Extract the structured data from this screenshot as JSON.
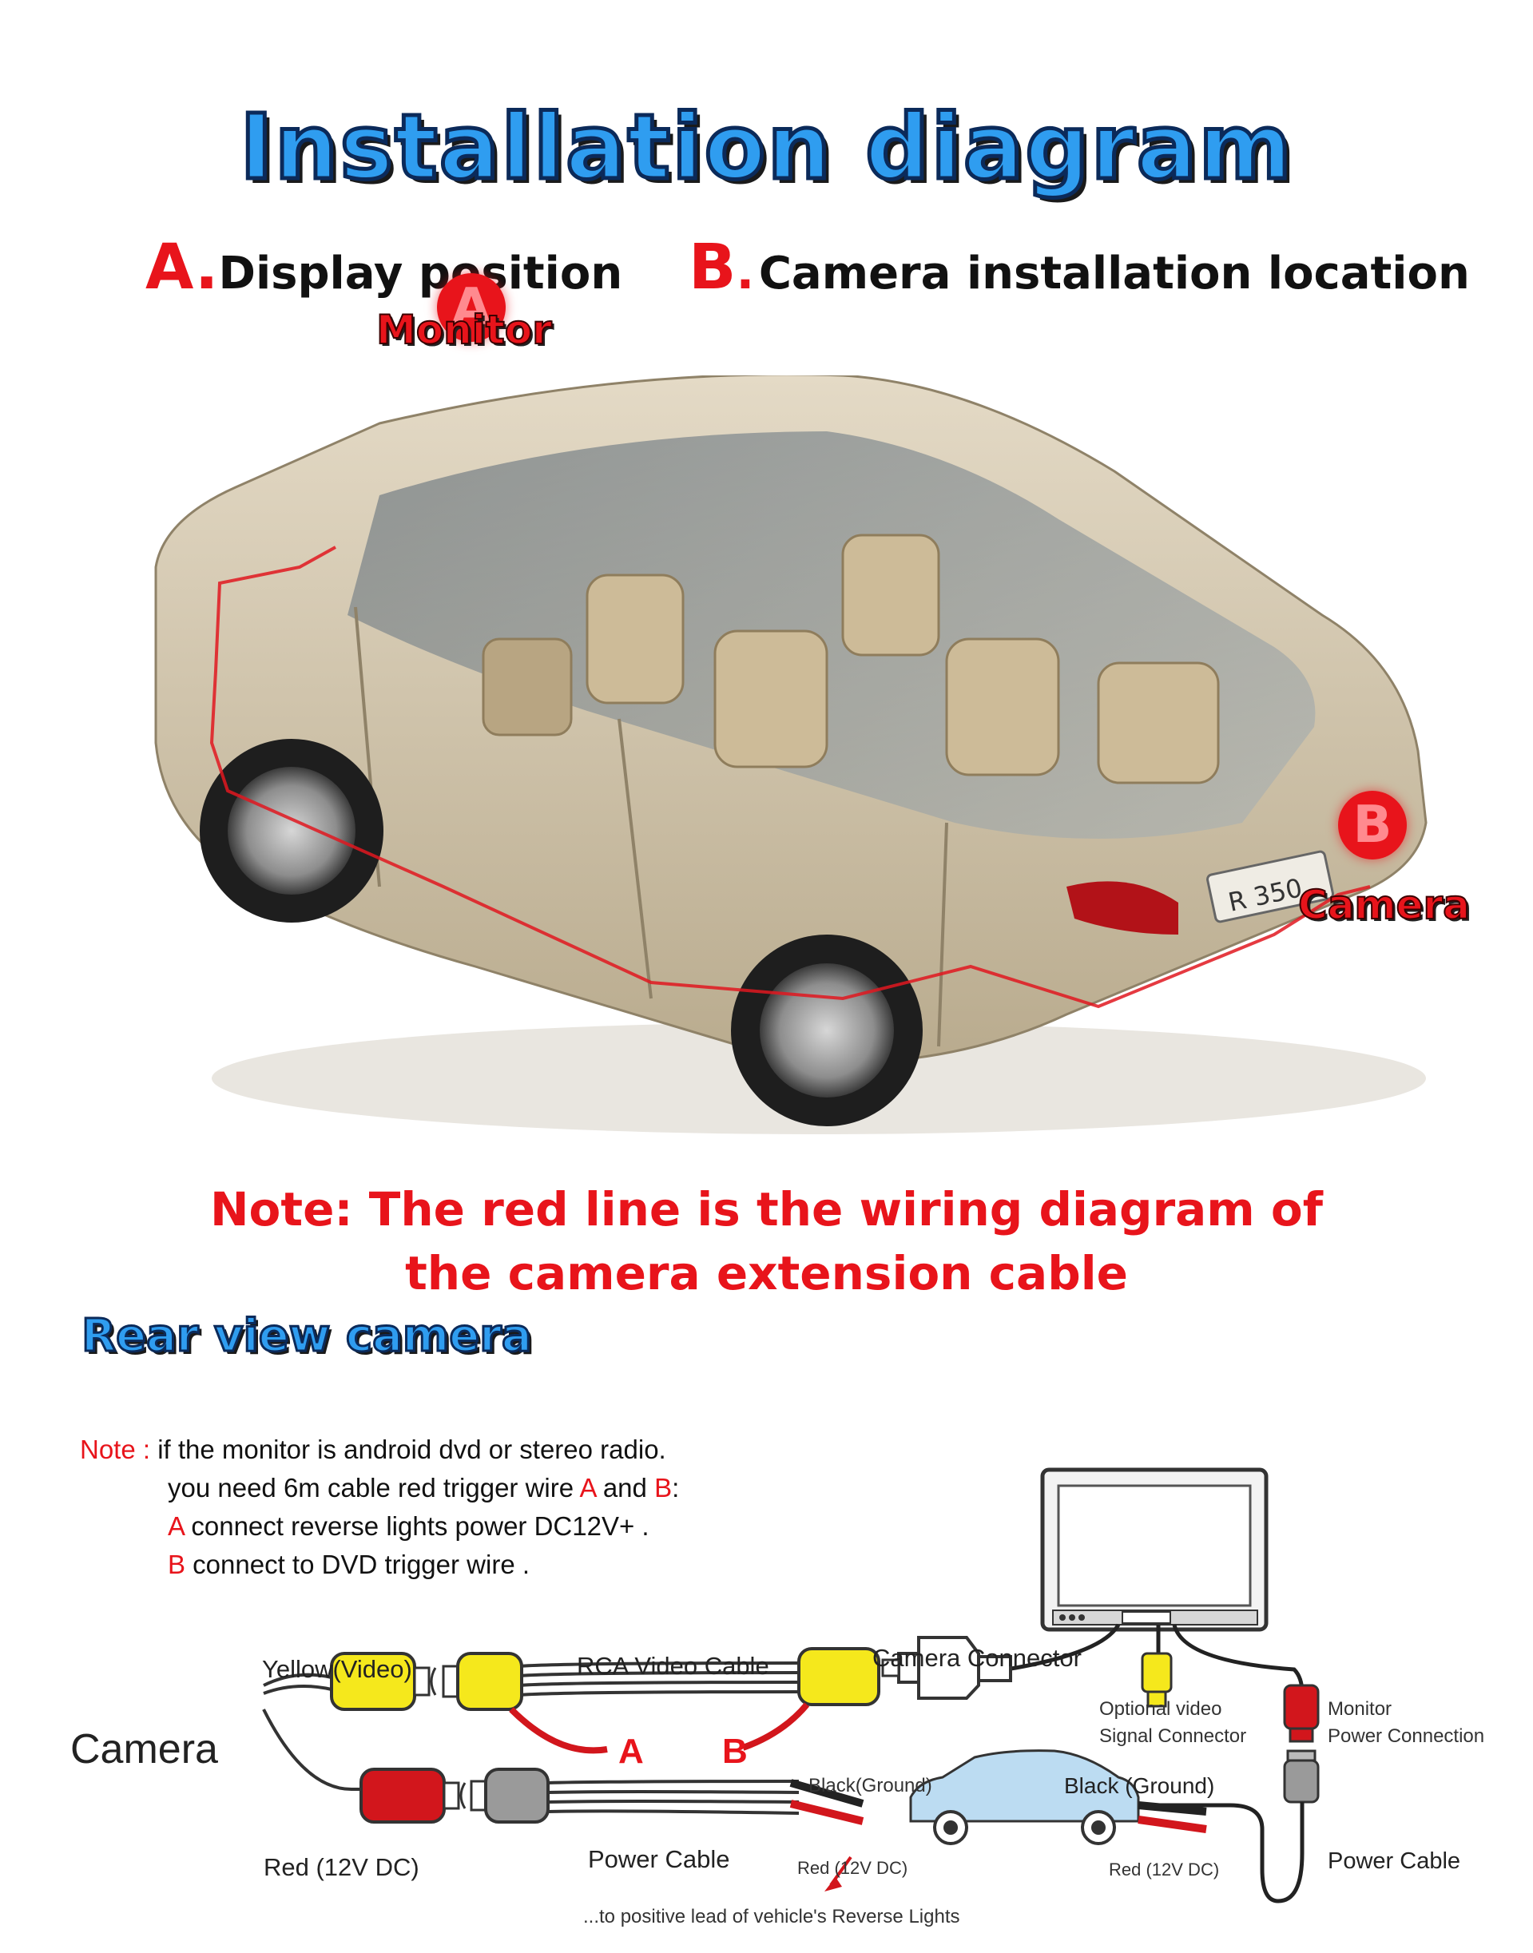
{
  "title": "Installation diagram",
  "label_a": {
    "letter": "A.",
    "text": "Display position"
  },
  "label_b": {
    "letter": "B",
    "dot": ".",
    "text": "Camera installation location"
  },
  "car_callouts": {
    "a_badge": "A",
    "monitor": "Monitor",
    "b_badge": "B",
    "camera": "Camera",
    "plate": "R 350"
  },
  "note": {
    "line1": "Note: The red line is the wiring diagram of",
    "line2": "the camera extension cable"
  },
  "rear_view_heading": "Rear view camera",
  "instructions": {
    "prefix": "Note :",
    "line1": "if the monitor is android dvd or stereo radio.",
    "line2_start": "you need 6m cable red trigger wire ",
    "line2_a": "A",
    "line2_mid": " and ",
    "line2_b": "B",
    "line2_end": ":",
    "line3_letter": "A",
    "line3": " connect reverse lights power DC12V+ .",
    "line4_letter": "B",
    "line4": " connect to DVD trigger wire ."
  },
  "wiring": {
    "camera": "Camera",
    "yellow_video": "Yellow(Video)",
    "rca_video_cable": "RCA Video Cable",
    "camera_connector": "Camera Connector",
    "optional_video_1": "Optional video",
    "optional_video_2": "Signal Connector",
    "monitor_power_1": "Monitor",
    "monitor_power_2": "Power Connection",
    "wire_a": "A",
    "wire_b": "B",
    "black_ground_small": "Black(Ground)",
    "black_ground": "Black (Ground)",
    "red_12v": "Red (12V DC)",
    "power_cable": "Power Cable",
    "red_12v_small_1": "Red (12V DC)",
    "red_12v_small_2": "Red (12V DC)",
    "power_cable_right": "Power Cable",
    "reverse_lights": "...to positive lead of vehicle's Reverse Lights"
  },
  "colors": {
    "title_blue": "#2f9df0",
    "accent_red": "#e8141b",
    "wire_yellow": "#f5e81c",
    "car_body": "#cfc2a8",
    "car_silhouette": "#bcdcf2"
  }
}
